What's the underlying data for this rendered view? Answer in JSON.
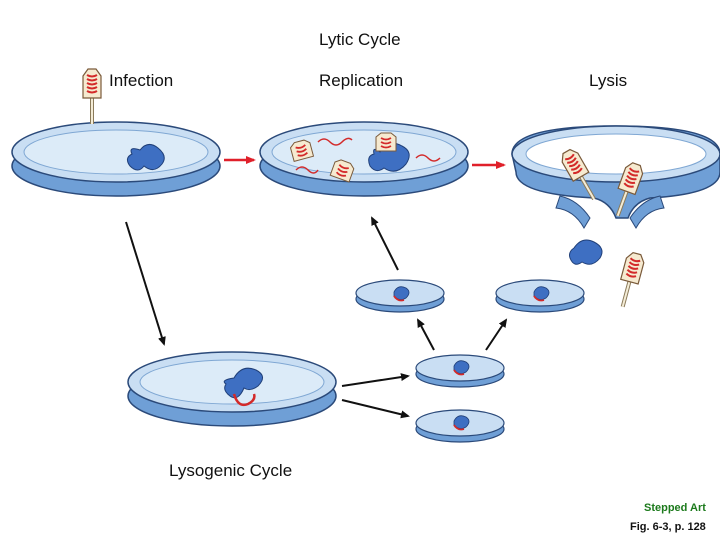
{
  "titles": {
    "lytic": "Lytic Cycle",
    "lysogenic": "Lysogenic Cycle"
  },
  "stages": {
    "infection": "Infection",
    "replication": "Replication",
    "lysis": "Lysis"
  },
  "footer": {
    "stepped": "Stepped Art",
    "figure": "Fig. 6-3, p. 128"
  },
  "colors": {
    "cell_fill": "#c9def3",
    "cell_rim": "#6f9fd6",
    "cell_stroke": "#2b4a7a",
    "dna_blue": "#3e6fc2",
    "dna_red": "#d32a2a",
    "arrow_red": "#e0202a",
    "arrow_black": "#111111",
    "label_green": "#1c7a1c"
  },
  "icons": {
    "phage": "bacteriophage-icon",
    "cell": "bacterial-cell-icon",
    "chromosome": "dna-chromosome-icon"
  }
}
